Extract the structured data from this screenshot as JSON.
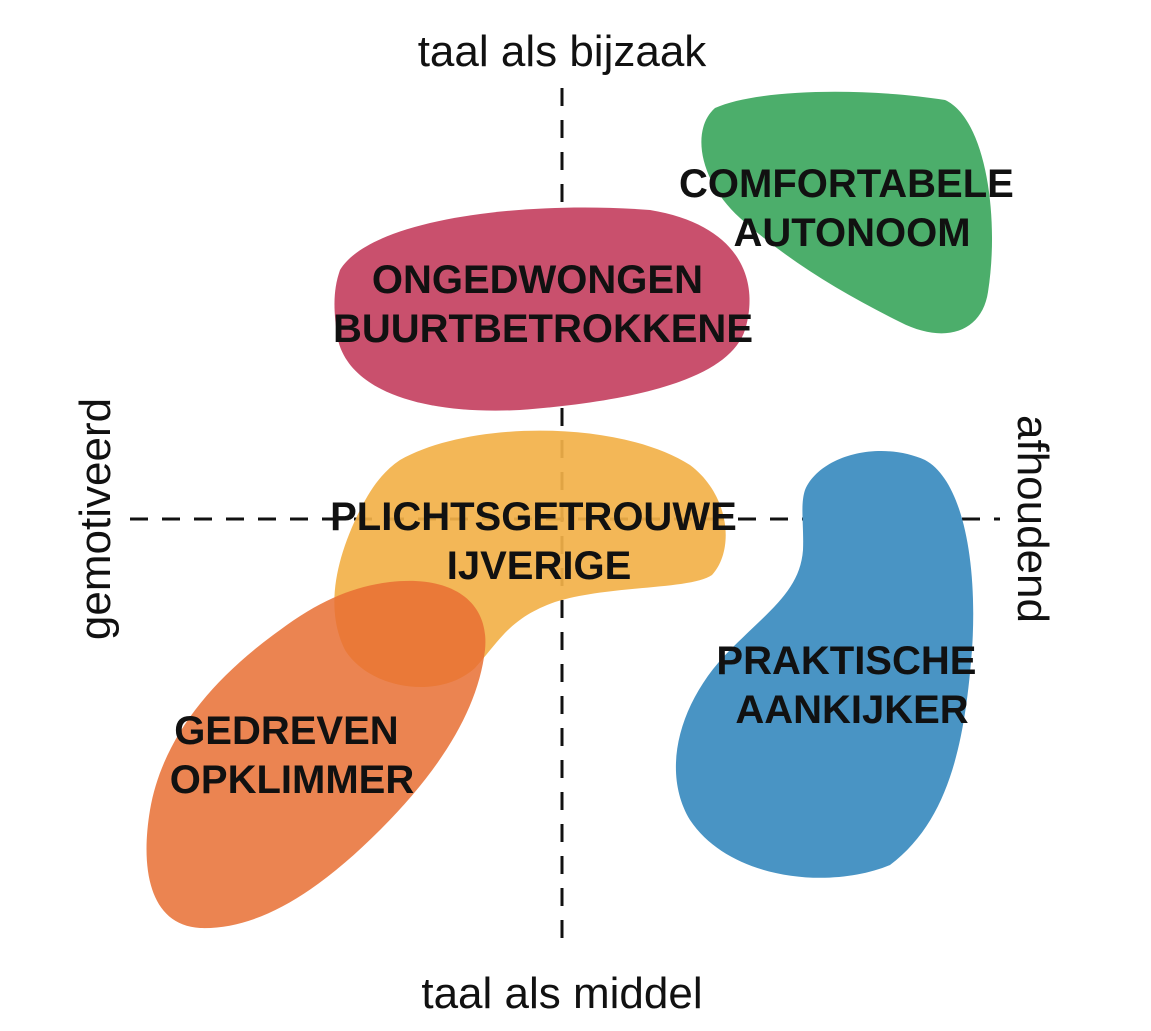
{
  "axes": {
    "top": "taal als bijzaak",
    "bottom": "taal als middel",
    "left": "gemotiveerd",
    "right": "afhoudend"
  },
  "segments": [
    {
      "id": "comfortabele-autonoom",
      "line1": "COMFORTABELE",
      "line2": "AUTONOOM",
      "color": "#4cae6b"
    },
    {
      "id": "ongedwongen-buurtbetrokkene",
      "line1": "ONGEDWONGEN",
      "line2": "BUURTBETROKKENE",
      "color": "#c9506d"
    },
    {
      "id": "plichtsgetrouwe-ijverige",
      "line1": "PLICHTSGETROUWE",
      "line2": "IJVERIGE",
      "color": "#f2b149"
    },
    {
      "id": "praktische-aankijker",
      "line1": "PRAKTISCHE",
      "line2": "AANKIJKER",
      "color": "#4994c4"
    },
    {
      "id": "gedreven-opklimmer",
      "line1": "GEDREVEN",
      "line2": "OPKLIMMER",
      "color": "#e86f33"
    }
  ]
}
